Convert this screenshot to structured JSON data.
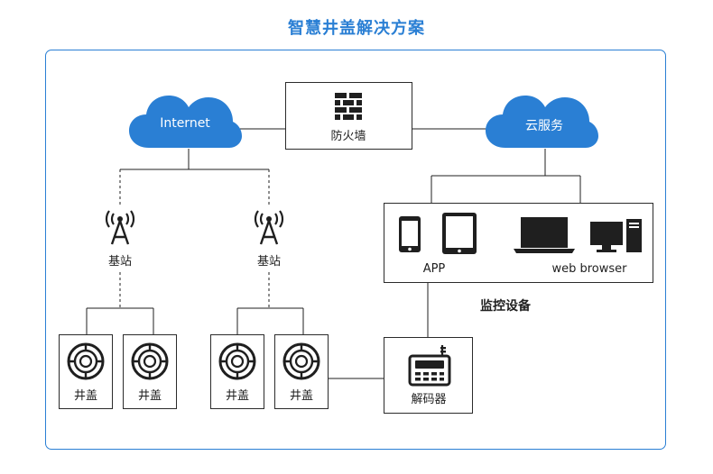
{
  "title": "智慧井盖解决方案",
  "colors": {
    "accent": "#2a7fd4",
    "cloud": "#2a7fd4",
    "icon": "#1f1f1f",
    "line": "#1f1f1f"
  },
  "clouds": {
    "internet": "Internet",
    "cloud_service": "云服务"
  },
  "firewall": {
    "label": "防火墙",
    "icon": "firewall-brick-icon"
  },
  "base_stations": [
    {
      "label": "基站",
      "icon": "signal-tower-icon"
    },
    {
      "label": "基站",
      "icon": "signal-tower-icon"
    }
  ],
  "manhole_covers": [
    {
      "label": "井盖",
      "icon": "manhole-cover-icon"
    },
    {
      "label": "井盖",
      "icon": "manhole-cover-icon"
    },
    {
      "label": "井盖",
      "icon": "manhole-cover-icon"
    },
    {
      "label": "井盖",
      "icon": "manhole-cover-icon"
    }
  ],
  "monitoring": {
    "label": "监控设备",
    "app_label": "APP",
    "web_label": "web browser",
    "icons": [
      "phone-icon",
      "tablet-icon",
      "laptop-icon",
      "desktop-icon"
    ]
  },
  "decoder": {
    "label": "解码器",
    "icon": "radio-decoder-icon"
  }
}
